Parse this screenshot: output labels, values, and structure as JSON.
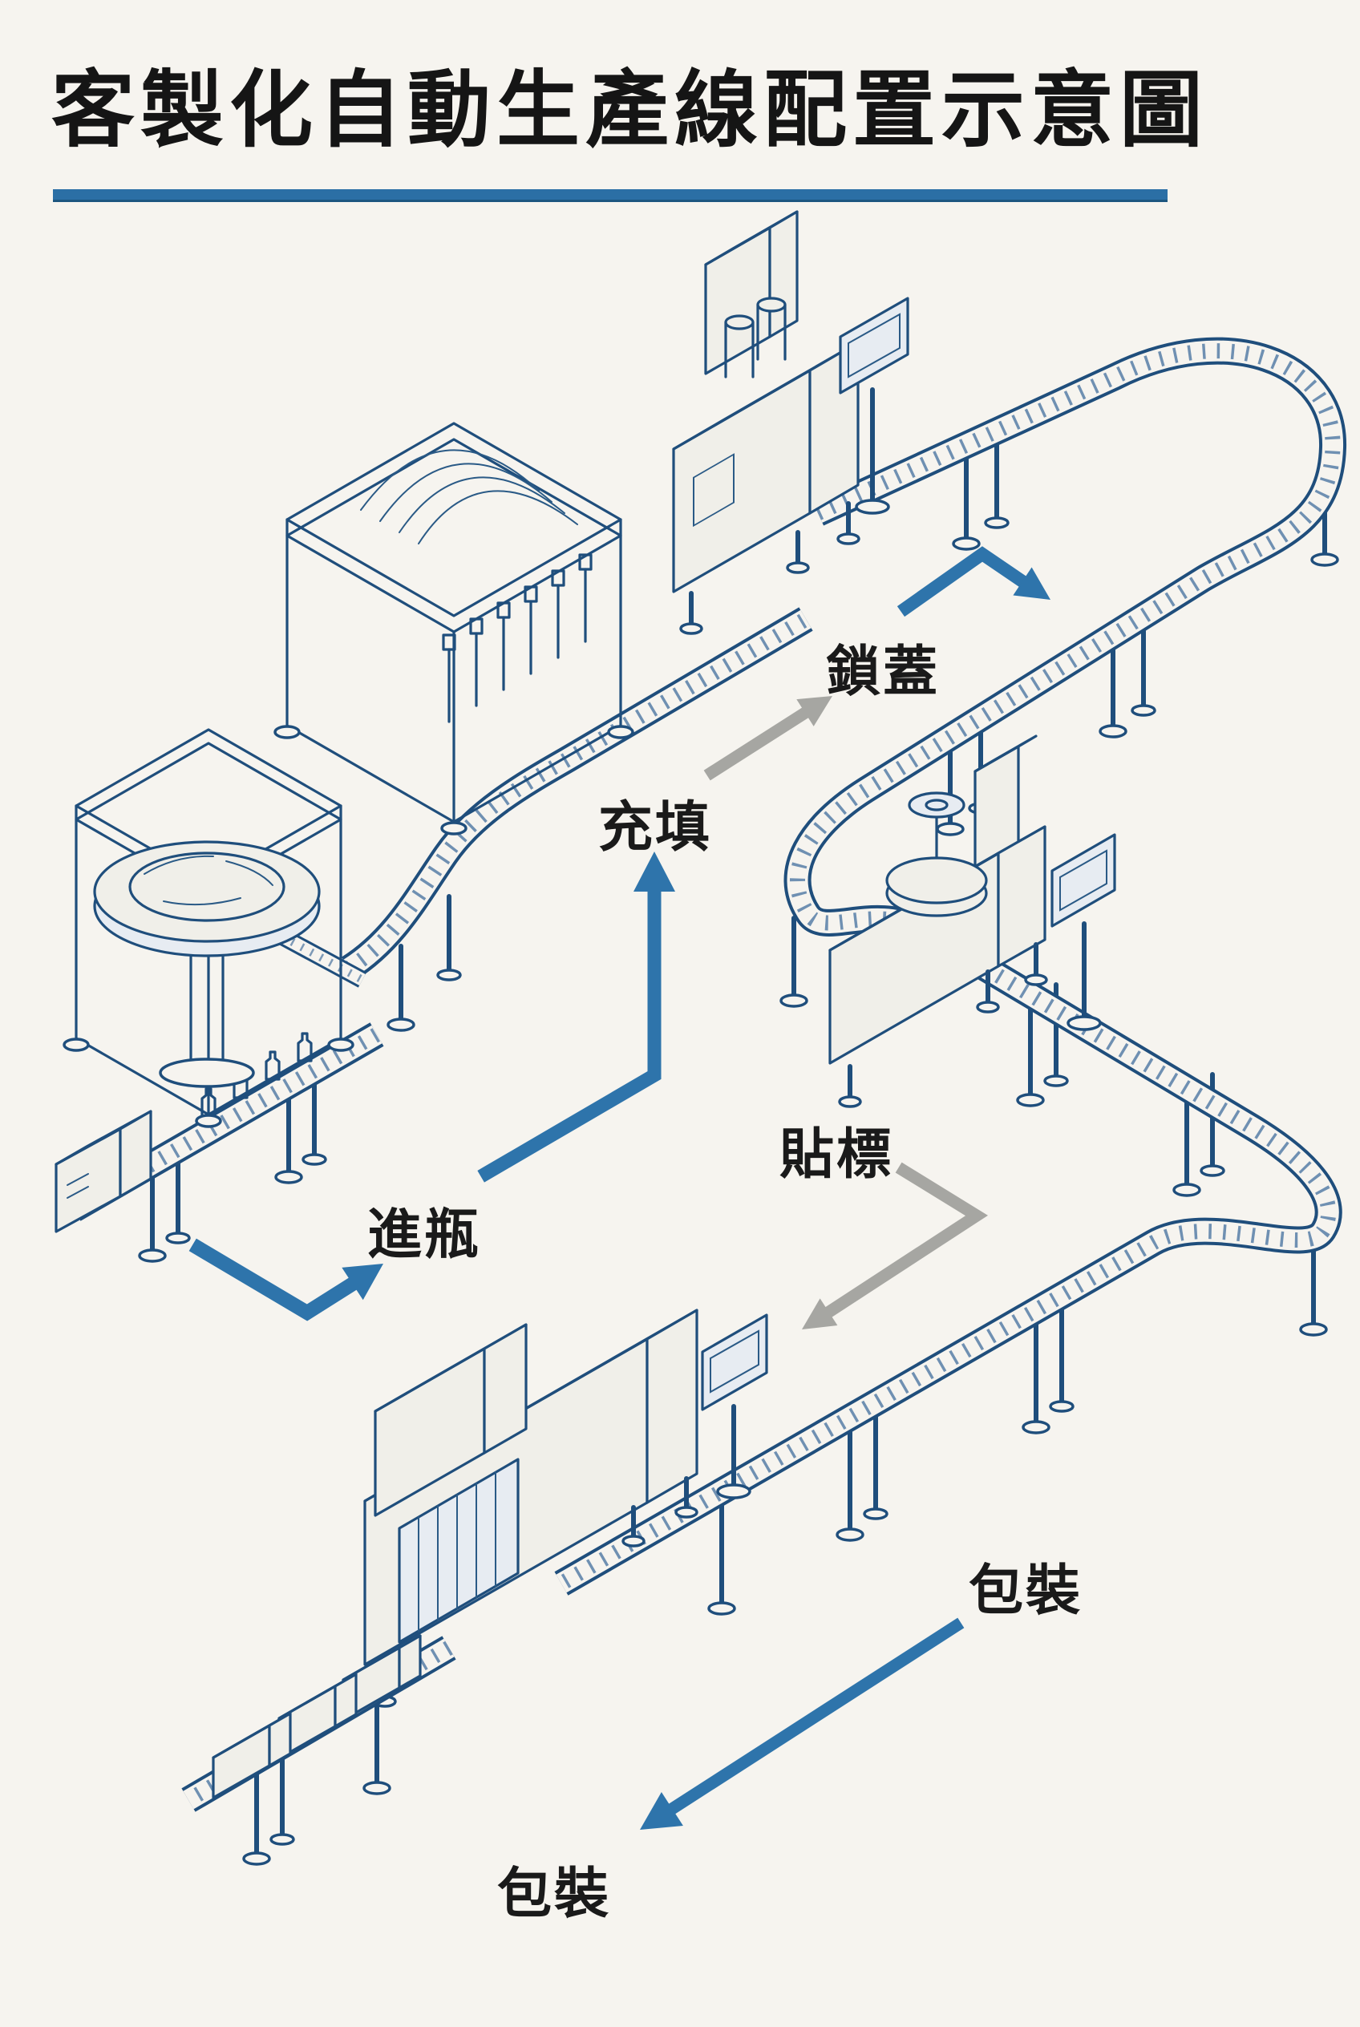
{
  "page": {
    "title": "客製化自動生產線配置示意圖"
  },
  "stations": {
    "infeed": "進瓶",
    "filling": "充填",
    "capping": "鎖蓋",
    "labeling": "貼標",
    "packaging_right": "包裝",
    "packaging_bottom": "包裝"
  },
  "theme": {
    "background": "#f6f4ef",
    "title_color": "#151515",
    "underline_color": "#2b6fa5",
    "lineart_color": "#1f4e7c",
    "roller_color": "#6f90b2",
    "arrow_blue": "#2e74ab",
    "arrow_gray": "#a6a6a2",
    "label_color": "#1a1a1a"
  }
}
